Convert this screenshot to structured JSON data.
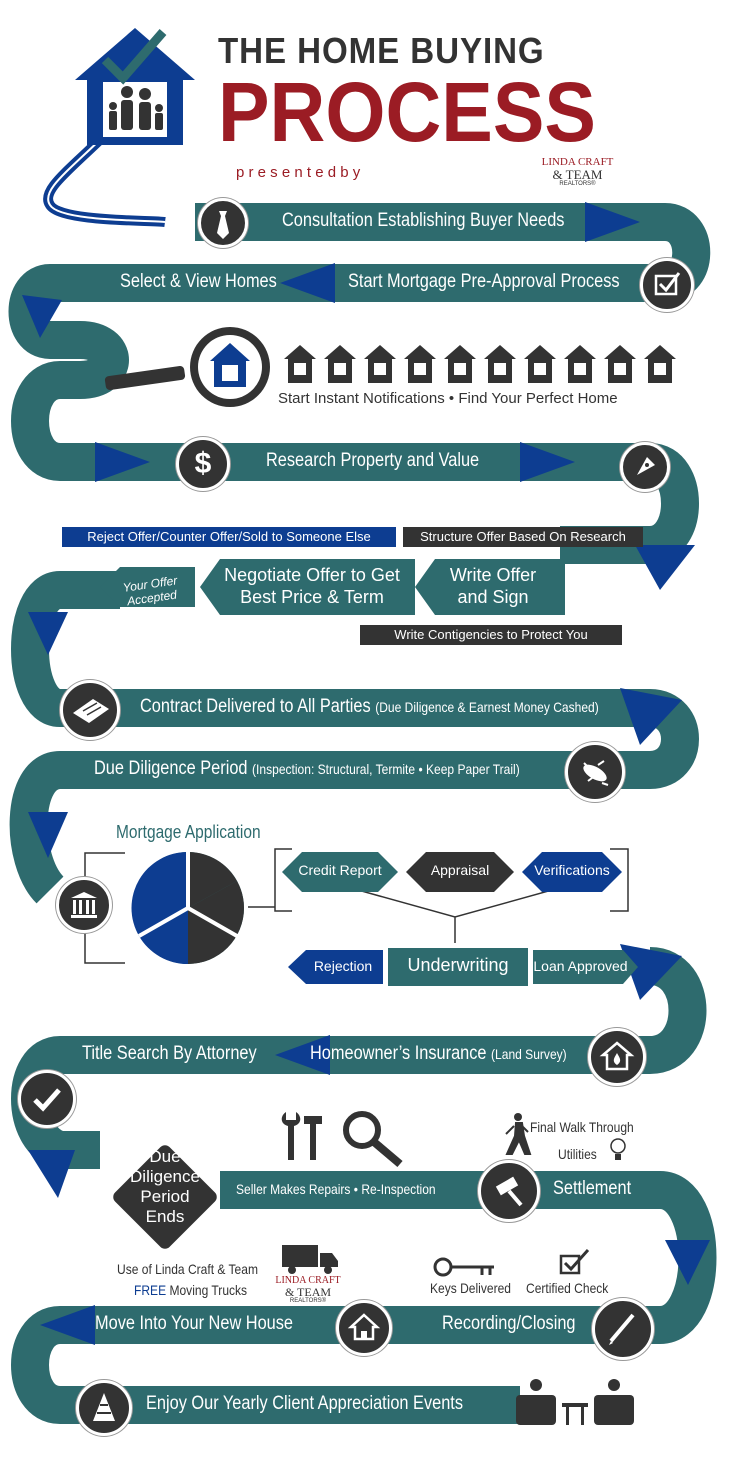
{
  "colors": {
    "teal": "#2e6b6e",
    "blue": "#0d3d91",
    "red": "#9b1c24",
    "dark": "#333333",
    "gray": "#666666"
  },
  "header": {
    "title_line1": "THE HOME BUYING",
    "title_line2": "PROCESS",
    "presented": "p r e s e n t e d   b y",
    "logo_line1": "LINDA CRAFT",
    "logo_line2": "& TEAM",
    "logo_line3": "REALTORS®"
  },
  "steps": {
    "consultation": "Consultation Establishing Buyer Needs",
    "select_view": "Select & View Homes",
    "pre_approval": "Start Mortgage Pre-Approval Process",
    "notifications": "Start Instant Notifications • Find Your Perfect Home",
    "research": "Research Property and Value",
    "reject": "Reject Offer/Counter Offer/Sold to Someone Else",
    "structure": "Structure Offer Based On Research",
    "accepted_1": "Your Offer",
    "accepted_2": "Accepted",
    "negotiate_1": "Negotiate Offer to Get",
    "negotiate_2": "Best Price & Term",
    "write_1": "Write Offer",
    "write_2": "and Sign",
    "contingencies": "Write Contigencies to Protect You",
    "contract": "Contract Delivered to All Parties",
    "contract_sub": "(Due Diligence & Earnest Money Cashed)",
    "due_diligence": "Due Diligence Period",
    "due_diligence_sub": "(Inspection: Structural, Termite • Keep Paper Trail)",
    "mortgage_app": "Mortgage Application",
    "credit": "Credit Report",
    "appraisal": "Appraisal",
    "verifications": "Verifications",
    "rejection": "Rejection",
    "underwriting": "Underwriting",
    "loan_approved": "Loan Approved",
    "title_search": "Title Search By Attorney",
    "insurance": "Homeowner’s Insurance",
    "insurance_sub": "(Land Survey)",
    "dd_ends_1": "Due",
    "dd_ends_2": "Diligence",
    "dd_ends_3": "Period",
    "dd_ends_4": "Ends",
    "repairs": "Seller Makes Repairs • Re-Inspection",
    "walk_through": "Final Walk Through",
    "utilities": "Utilities",
    "settlement": "Settlement",
    "trucks_1": "Use of Linda Craft & Team",
    "trucks_free": "FREE",
    "trucks_2": "Moving Trucks",
    "keys": "Keys Delivered",
    "check": "Certified Check",
    "move_in": "Move Into Your New House",
    "recording": "Recording/Closing",
    "events": "Enjoy Our Yearly Client Appreciation Events"
  },
  "icons": [
    "house-family-icon",
    "tie-icon",
    "checkbox-icon",
    "magnifier-house-icon",
    "thumbs-down-house-icon",
    "dollar-icon",
    "pen-nib-icon",
    "contract-icon",
    "termite-icon",
    "bank-icon",
    "fire-house-icon",
    "checkmark-icon",
    "tools-icon",
    "magnifier-icon",
    "walker-icon",
    "lightbulb-icon",
    "gavel-icon",
    "truck-icon",
    "key-icon",
    "certified-check-icon",
    "small-house-icon",
    "pen-icon",
    "party-hat-icon",
    "armchairs-icon"
  ]
}
